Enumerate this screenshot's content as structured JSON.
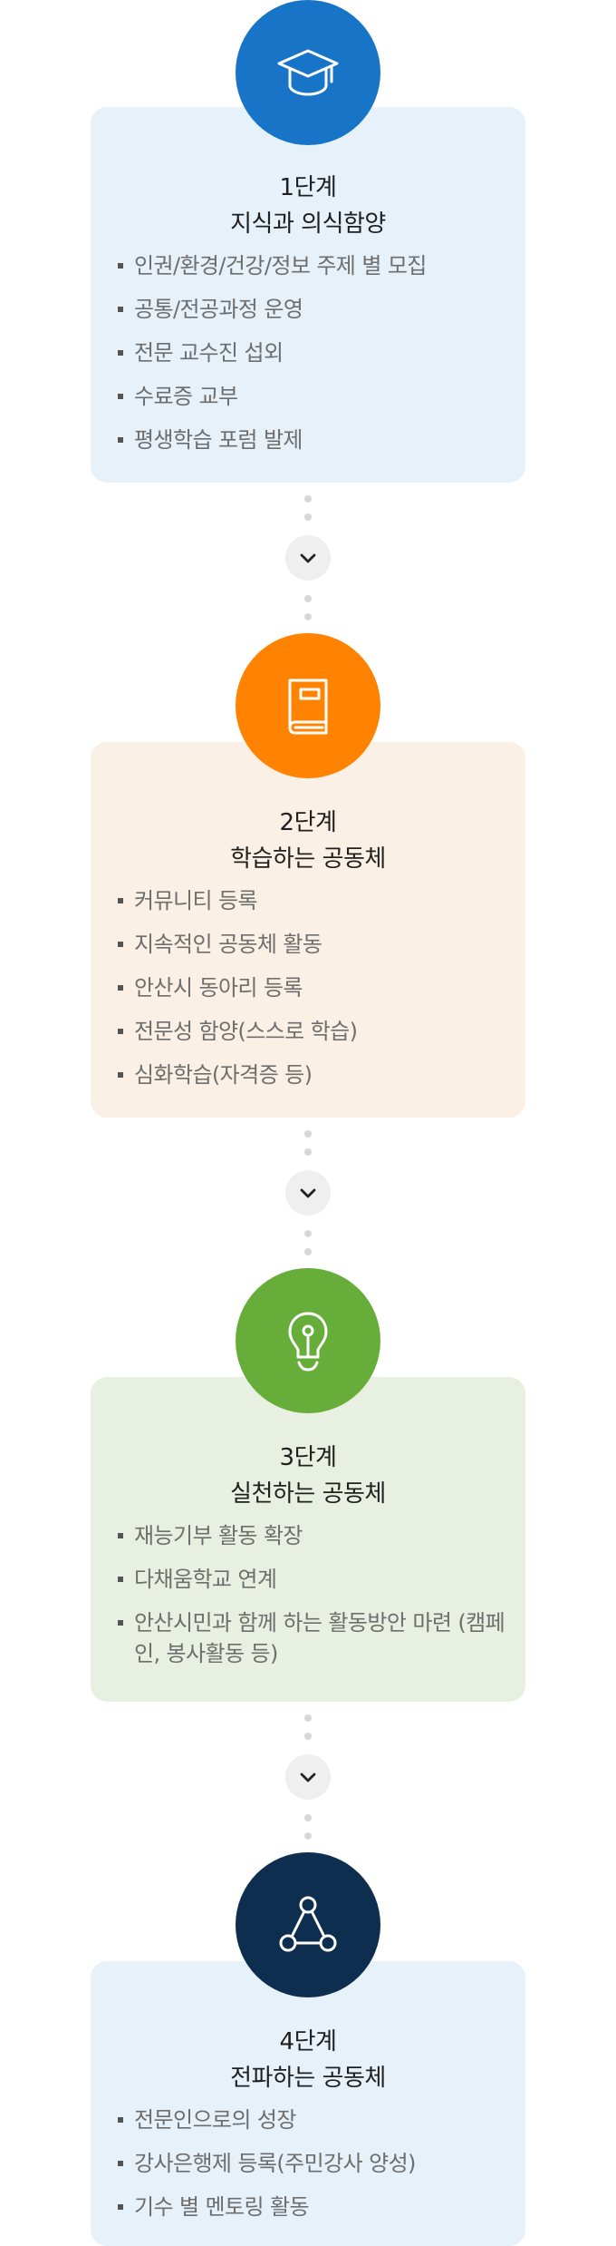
{
  "colors": {
    "step1_circle": "#1774c6",
    "step1_card": "#e6f1f9",
    "step2_circle": "#ff8200",
    "step2_card": "#fbf0e6",
    "step3_circle": "#66ad3a",
    "step3_card": "#e8f1e1",
    "step4_circle": "#0d2e4e",
    "step4_card": "#e6f1f9"
  },
  "steps": [
    {
      "icon": "graduation-cap-icon",
      "label": "1단계",
      "title": "지식과 의식함양",
      "items": [
        "인권/환경/건강/정보 주제 별 모집",
        "공통/전공과정 운영",
        "전문 교수진 섭외",
        "수료증 교부",
        "평생학습 포럼 발제"
      ]
    },
    {
      "icon": "book-icon",
      "label": "2단계",
      "title": "학습하는 공동체",
      "items": [
        "커뮤니티 등록",
        "지속적인 공동체 활동",
        "안산시 동아리 등록",
        "전문성 함양(스스로 학습)",
        "심화학습(자격증 등)"
      ]
    },
    {
      "icon": "lightbulb-icon",
      "label": "3단계",
      "title": "실천하는 공동체",
      "items": [
        "재능기부 활동 확장",
        "다채움학교 연계",
        "안산시민과 함께 하는 활동방안 마련 (캠페인, 봉사활동 등)"
      ]
    },
    {
      "icon": "network-icon",
      "label": "4단계",
      "title": "전파하는 공동체",
      "items": [
        "전문인으로의 성장",
        "강사은행제 등록(주민강사 양성)",
        "기수 별 멘토링 활동"
      ]
    }
  ]
}
